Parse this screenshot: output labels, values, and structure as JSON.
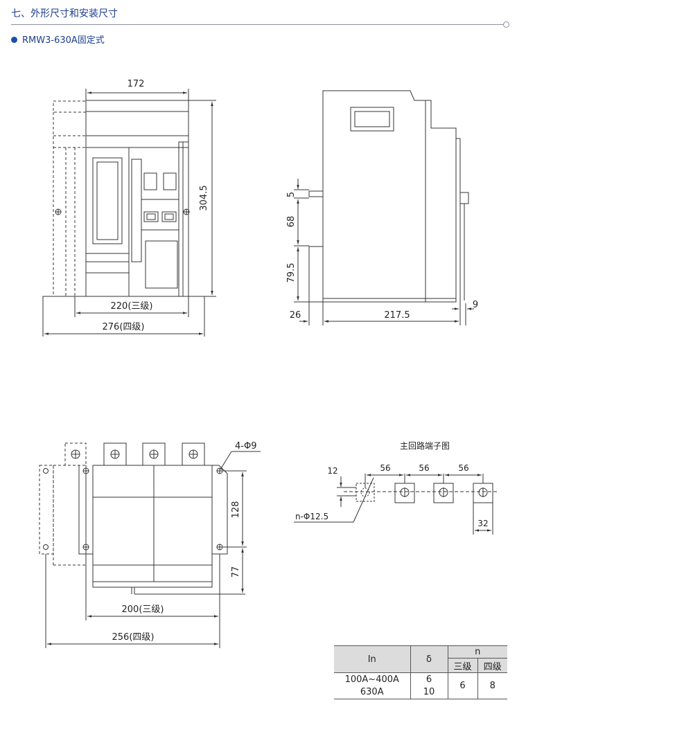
{
  "section": {
    "title": "七、外形尺寸和安装尺寸",
    "subtitle": "RMW3-630A固定式"
  },
  "front_view": {
    "dim_width_top": "172",
    "dim_height": "304.5",
    "dim_base_three": "220(三级)",
    "dim_base_four": "276(四级)"
  },
  "side_view": {
    "dim_5": "5",
    "dim_68": "68",
    "dim_79_5": "79.5",
    "dim_26": "26",
    "dim_217_5": "217.5",
    "dim_9": "9"
  },
  "mount_view": {
    "holes_label": "4-Φ9",
    "dim_128": "128",
    "dim_77": "77",
    "dim_three": "200(三级)",
    "dim_four": "256(四级)"
  },
  "terminal_view": {
    "title": "主回路端子图",
    "dim_12": "12",
    "pitch_1": "56",
    "pitch_2": "56",
    "pitch_3": "56",
    "hole_label": "n-Φ12.5",
    "dim_32": "32"
  },
  "spec_table": {
    "col_in": "In",
    "col_delta": "δ",
    "col_n": "n",
    "col_three": "三级",
    "col_four": "四级",
    "row1_in": "100A~400A",
    "row2_in": "630A",
    "row1_delta": "6",
    "row2_delta": "10",
    "n_three": "6",
    "n_four": "8"
  },
  "colors": {
    "heading": "#1d3f8f",
    "line": "#333333"
  }
}
